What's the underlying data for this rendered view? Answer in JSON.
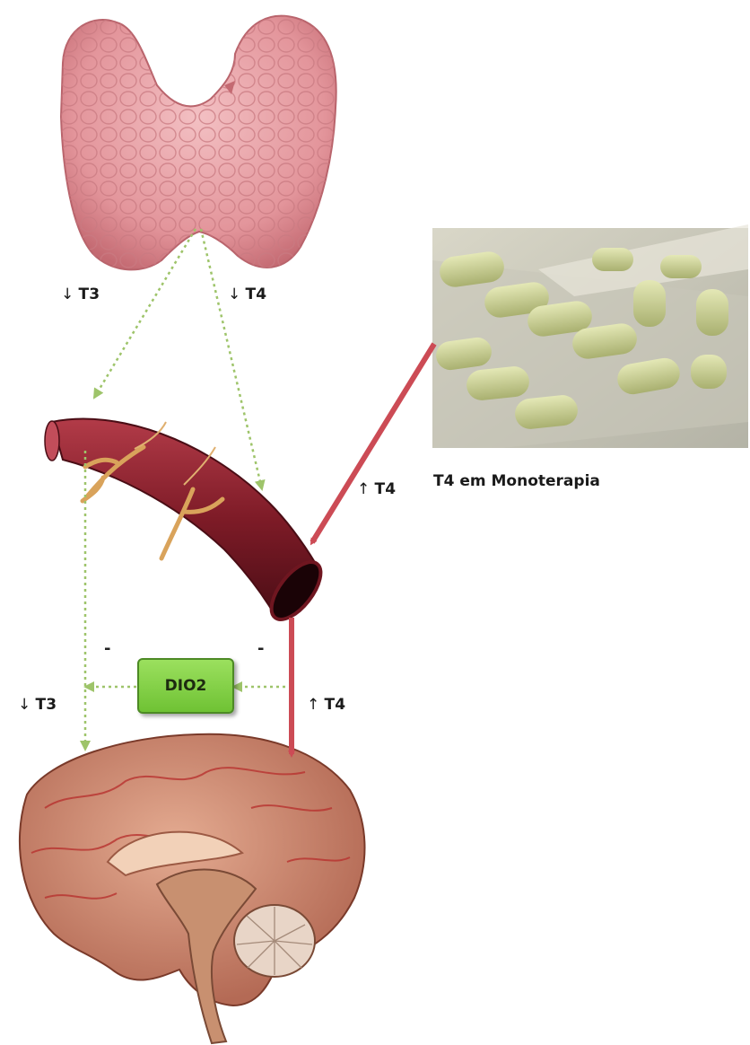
{
  "labels": {
    "thyroid_t3": {
      "arrow": "↓",
      "text": "T3"
    },
    "thyroid_t4": {
      "arrow": "↓",
      "text": "T4"
    },
    "pill_t4": {
      "arrow": "↑",
      "text": "T4"
    },
    "brain_t3": {
      "arrow": "↓",
      "text": "T3"
    },
    "brain_t4": {
      "arrow": "↑",
      "text": "T4"
    },
    "minus_left": "-",
    "minus_right": "-"
  },
  "pills_caption": "T4 em Monoterapia",
  "enzyme_box": "DIO2",
  "colors": {
    "thick_arrow": "#cc4b55",
    "dotted_arrow": "#9ec46a",
    "box_fill": "#7fcf45",
    "thyroid": "#e39aa0",
    "vessel": "#8a1f2a",
    "brain": "#c9806a"
  }
}
